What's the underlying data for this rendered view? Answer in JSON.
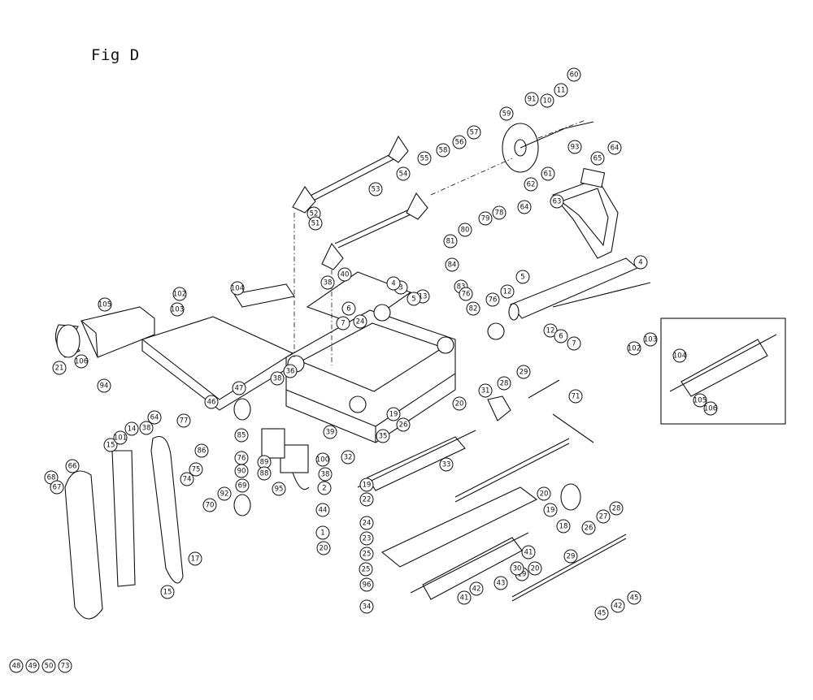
{
  "figure": {
    "title": "Fig D"
  },
  "part_numbers": [
    "1",
    "2",
    "3",
    "4",
    "5",
    "6",
    "7",
    "10",
    "11",
    "12",
    "13",
    "14",
    "15",
    "17",
    "18",
    "19",
    "20",
    "21",
    "22",
    "23",
    "24",
    "25",
    "26",
    "27",
    "28",
    "29",
    "30",
    "31",
    "32",
    "33",
    "34",
    "35",
    "36",
    "38",
    "39",
    "40",
    "41",
    "42",
    "43",
    "44",
    "45",
    "46",
    "47",
    "48",
    "49",
    "50",
    "51",
    "52",
    "53",
    "54",
    "55",
    "56",
    "57",
    "58",
    "59",
    "60",
    "61",
    "62",
    "63",
    "64",
    "65",
    "66",
    "67",
    "68",
    "69",
    "70",
    "71",
    "73",
    "74",
    "75",
    "76",
    "77",
    "78",
    "79",
    "80",
    "81",
    "82",
    "83",
    "84",
    "85",
    "86",
    "88",
    "89",
    "90",
    "91",
    "92",
    "93",
    "94",
    "95",
    "96",
    "100",
    "101",
    "102",
    "103",
    "104",
    "105",
    "106"
  ],
  "detail_inset": {
    "parts": [
      "104",
      "105",
      "106"
    ]
  }
}
